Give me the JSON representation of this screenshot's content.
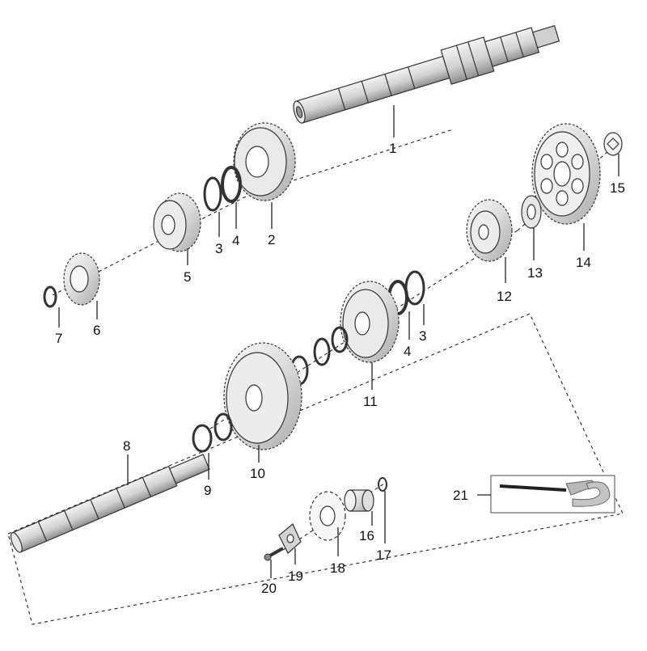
{
  "diagram": {
    "callouts": [
      {
        "id": "c1",
        "text": "1"
      },
      {
        "id": "c2",
        "text": "2"
      },
      {
        "id": "c3a",
        "text": "3"
      },
      {
        "id": "c4a",
        "text": "4"
      },
      {
        "id": "c5",
        "text": "5"
      },
      {
        "id": "c6",
        "text": "6"
      },
      {
        "id": "c7",
        "text": "7"
      },
      {
        "id": "c8",
        "text": "8"
      },
      {
        "id": "c9",
        "text": "9"
      },
      {
        "id": "c10",
        "text": "10"
      },
      {
        "id": "c11",
        "text": "11"
      },
      {
        "id": "c3b",
        "text": "3"
      },
      {
        "id": "c4b",
        "text": "4"
      },
      {
        "id": "c12",
        "text": "12"
      },
      {
        "id": "c13",
        "text": "13"
      },
      {
        "id": "c14",
        "text": "14"
      },
      {
        "id": "c15",
        "text": "15"
      },
      {
        "id": "c16",
        "text": "16"
      },
      {
        "id": "c17",
        "text": "17"
      },
      {
        "id": "c18",
        "text": "18"
      },
      {
        "id": "c19",
        "text": "19"
      },
      {
        "id": "c20",
        "text": "20"
      },
      {
        "id": "c21",
        "text": "21"
      }
    ]
  },
  "colors": {
    "stroke": "#333333",
    "metal_light": "#f4f4f4",
    "metal_mid": "#d8d8d8",
    "metal_dark": "#9a9a9a",
    "tool_grey": "#b8b8b8",
    "tool_handle": "#222222"
  }
}
